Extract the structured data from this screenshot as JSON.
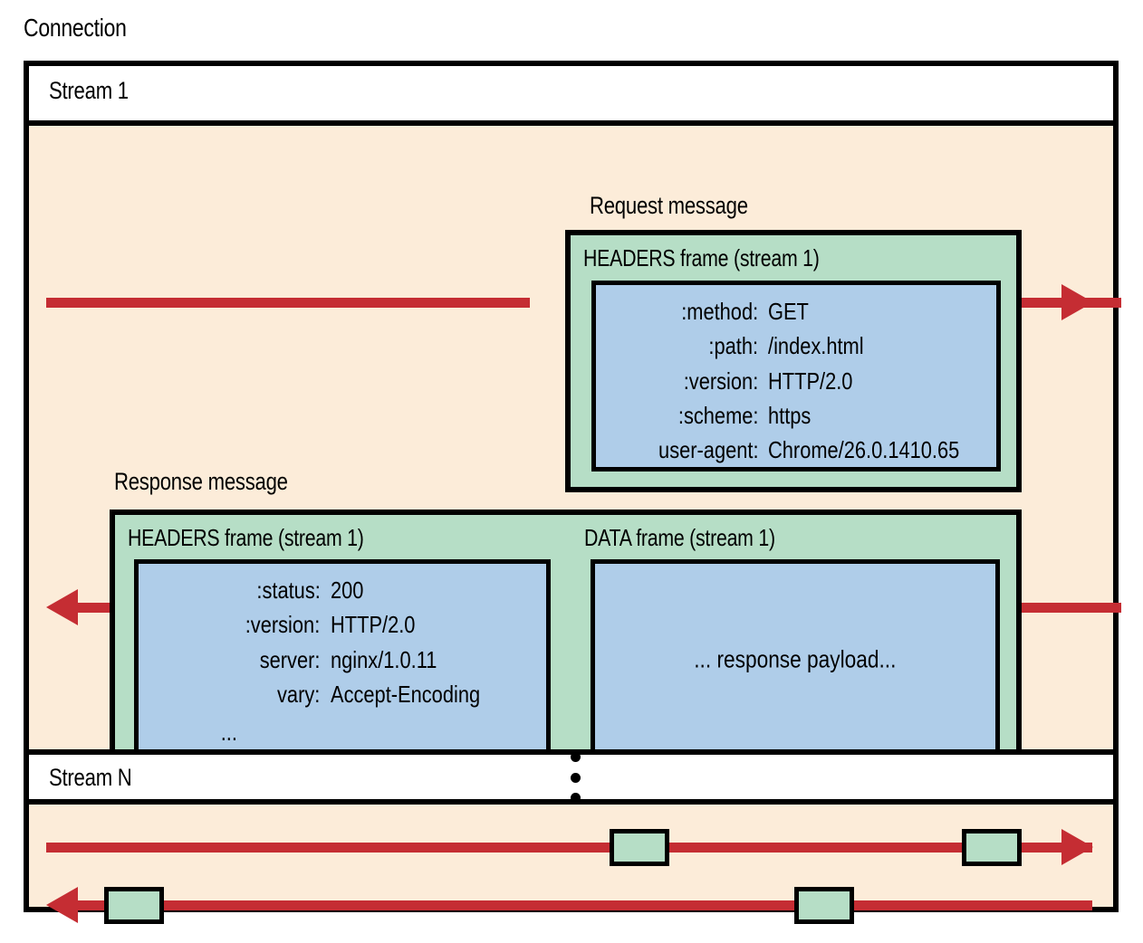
{
  "diagram": {
    "connection_caption": "Connection",
    "colors": {
      "background": "#fcecd9",
      "frame_green": "#b6dec6",
      "payload_blue": "#afcde9",
      "arrow_red": "#c52d33",
      "border_black": "#000000",
      "band_white": "#ffffff"
    },
    "streams": [
      {
        "title": "Stream 1"
      },
      {
        "title": "Stream N"
      }
    ],
    "stream_ellipsis": "vertical-ellipsis",
    "request": {
      "caption": "Request message",
      "frame_title": "HEADERS frame (stream 1)",
      "headers": [
        {
          "key": ":method:",
          "value": "GET"
        },
        {
          "key": ":path:",
          "value": "/index.html"
        },
        {
          "key": ":version:",
          "value": "HTTP/2.0"
        },
        {
          "key": ":scheme:",
          "value": "https"
        },
        {
          "key": "user-agent:",
          "value": "Chrome/26.0.1410.65"
        }
      ]
    },
    "response": {
      "caption": "Response message",
      "headers_frame_title": "HEADERS frame (stream 1)",
      "headers": [
        {
          "key": ":status:",
          "value": "200"
        },
        {
          "key": ":version:",
          "value": "HTTP/2.0"
        },
        {
          "key": "server:",
          "value": "nginx/1.0.11"
        },
        {
          "key": "vary:",
          "value": "Accept-Encoding"
        }
      ],
      "headers_more": "...",
      "data_frame_title": "DATA frame (stream 1)",
      "data_payload_text": "... response payload..."
    },
    "arrows": {
      "request_direction": "right",
      "response_direction": "left",
      "streamN_top_direction": "right",
      "streamN_bottom_direction": "left"
    }
  }
}
